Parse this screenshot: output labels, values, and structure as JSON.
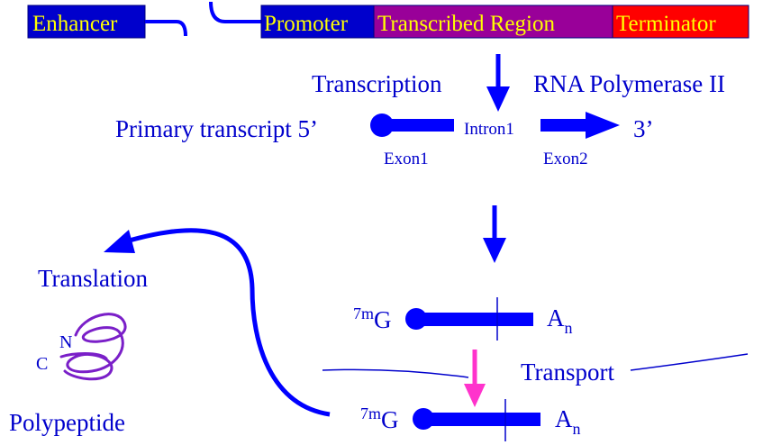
{
  "gene": {
    "enhancer": "Enhancer",
    "promoter": "Promoter",
    "transcribed_region": "Transcribed Region",
    "terminator": "Terminator"
  },
  "transcription": {
    "label": "Transcription",
    "enzyme": "RNA Polymerase II"
  },
  "primary_transcript": {
    "label": "Primary transcript 5’",
    "exon1": "Exon1",
    "intron1": "Intron1",
    "exon2": "Exon2",
    "three_prime": "3’"
  },
  "mature_mrna": {
    "cap_superscript": "7m",
    "cap": "G",
    "polya_base": "A",
    "polya_subscript": "n"
  },
  "transport": {
    "label": "Transport"
  },
  "translation": {
    "label": "Translation",
    "n_terminus": "N",
    "c_terminus": "C",
    "product": "Polypeptide"
  },
  "colors": {
    "blue": "#0000ff",
    "dark_blue": "#0000cc",
    "yellow": "#ffff00",
    "purple": "#990099",
    "red": "#ff0000",
    "magenta": "#ff33cc",
    "violet": "#7a1fc8"
  }
}
